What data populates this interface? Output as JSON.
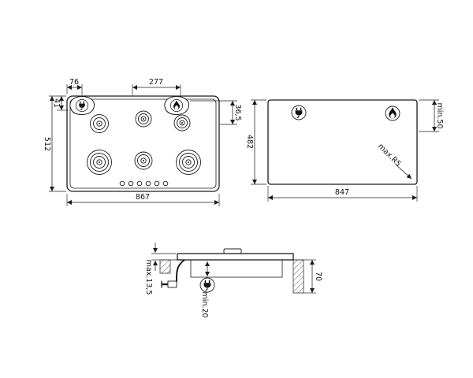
{
  "colors": {
    "ink": "#1c1c1c",
    "paper": "#ffffff"
  },
  "top_view": {
    "dim_plug_offset": "76",
    "dim_gas_offset": "277",
    "dim_plug_depth": "41",
    "dim_gas_depth": "36,5",
    "dim_overall_depth": "512",
    "dim_overall_width": "867"
  },
  "cutout_view": {
    "dim_cutout_depth": "482",
    "dim_cutout_width": "847",
    "dim_rear_clearance": "min.50",
    "dim_corner_radius": "max.R5"
  },
  "section_view": {
    "dim_top_thickness": "max.13,5",
    "dim_socket_clearance": "min.20",
    "dim_build_in_depth": "70"
  }
}
